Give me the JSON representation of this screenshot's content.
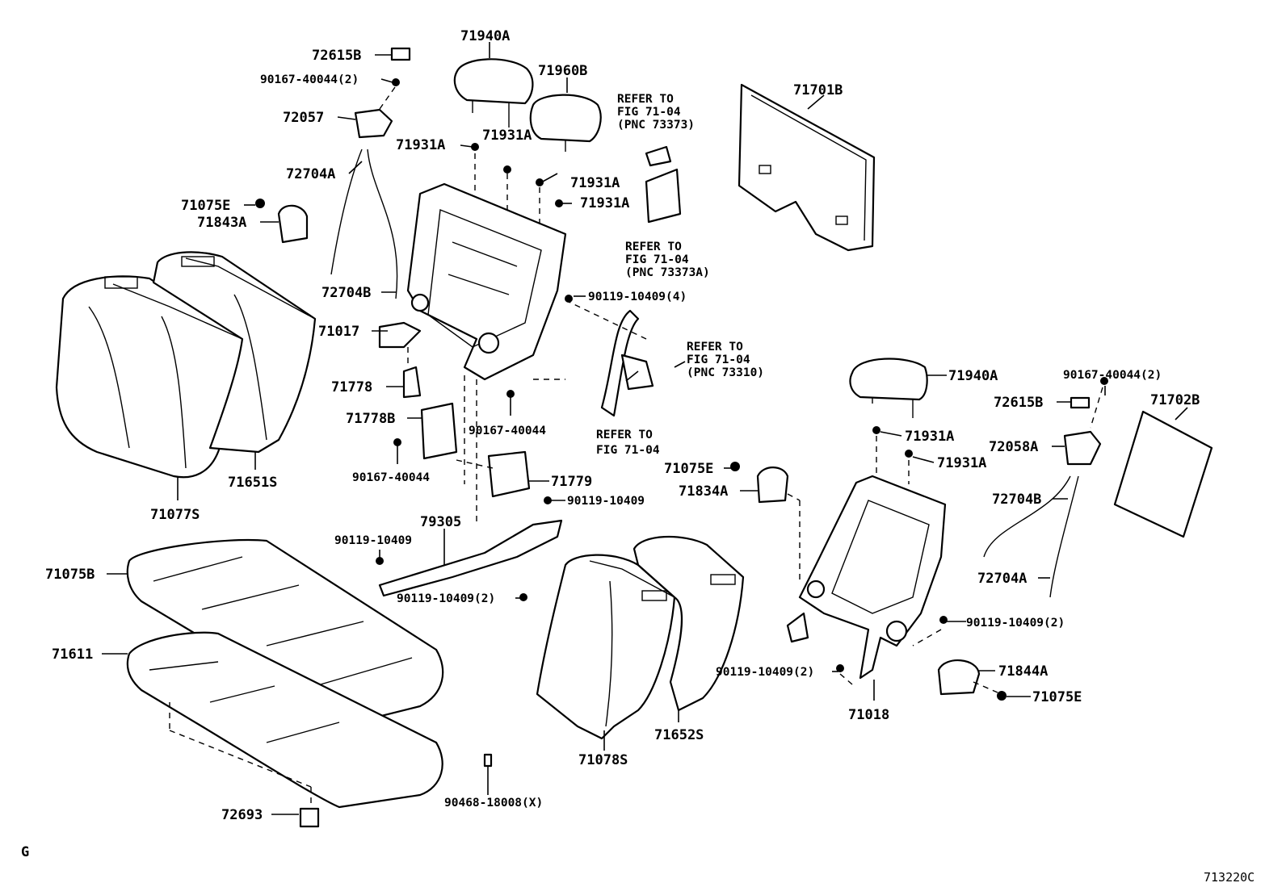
{
  "callouts": {
    "c71940A_top": "71940A",
    "c71960B": "71960B",
    "c72615B_left": "72615B",
    "c90167_40044_2_left": "90167-40044(2)",
    "c72057": "72057",
    "c71931A_1": "71931A",
    "c71931A_2": "71931A",
    "c71931A_3": "71931A",
    "c71931A_4": "71931A",
    "c72704A_left": "72704A",
    "c71075E_left": "71075E",
    "c71843A": "71843A",
    "c72704B_left": "72704B",
    "c71017": "71017",
    "c71778": "71778",
    "c71778B": "71778B",
    "c90167_40044_a": "90167-40044",
    "c90167_40044_b": "90167-40044",
    "c71779": "71779",
    "c90119_10409_4": "90119-10409(4)",
    "c90119_10409_mid": "90119-10409",
    "c90119_10409_left": "90119-10409",
    "c79305": "79305",
    "c90119_10409_2_mid": "90119-10409(2)",
    "c71651S": "71651S",
    "c71077S": "71077S",
    "c71075B": "71075B",
    "c71611": "71611",
    "c72693": "72693",
    "c90468_18008_X": "90468-18008(X)",
    "c71078S": "71078S",
    "c71652S": "71652S",
    "c71701B": "71701B",
    "c71940A_right": "71940A",
    "c90167_40044_2_right": "90167-40044(2)",
    "c72615B_right": "72615B",
    "c71702B": "71702B",
    "c71931A_5": "71931A",
    "c71931A_6": "71931A",
    "c72058A": "72058A",
    "c71075E_mid": "71075E",
    "c71834A": "71834A",
    "c72704B_right": "72704B",
    "c72704A_right": "72704A",
    "c90119_10409_2_right": "90119-10409(2)",
    "c90119_10409_2_low": "90119-10409(2)",
    "c71844A": "71844A",
    "c71075E_right": "71075E",
    "c71018": "71018"
  },
  "refer_notes": {
    "r1_line1": "REFER TO",
    "r1_line2": "FIG 71-04",
    "r1_line3": "(PNC 73373)",
    "r2_line1": "REFER TO",
    "r2_line2": "FIG 71-04",
    "r2_line3": "(PNC 73373A)",
    "r3_line1": "REFER TO",
    "r3_line2": "FIG 71-04",
    "r3_line3": "(PNC 73310)",
    "r4_line1": "REFER TO",
    "r4_line2": "FIG 71-04"
  },
  "footer": {
    "corner_letter": "G",
    "figure_code": "713220C"
  }
}
